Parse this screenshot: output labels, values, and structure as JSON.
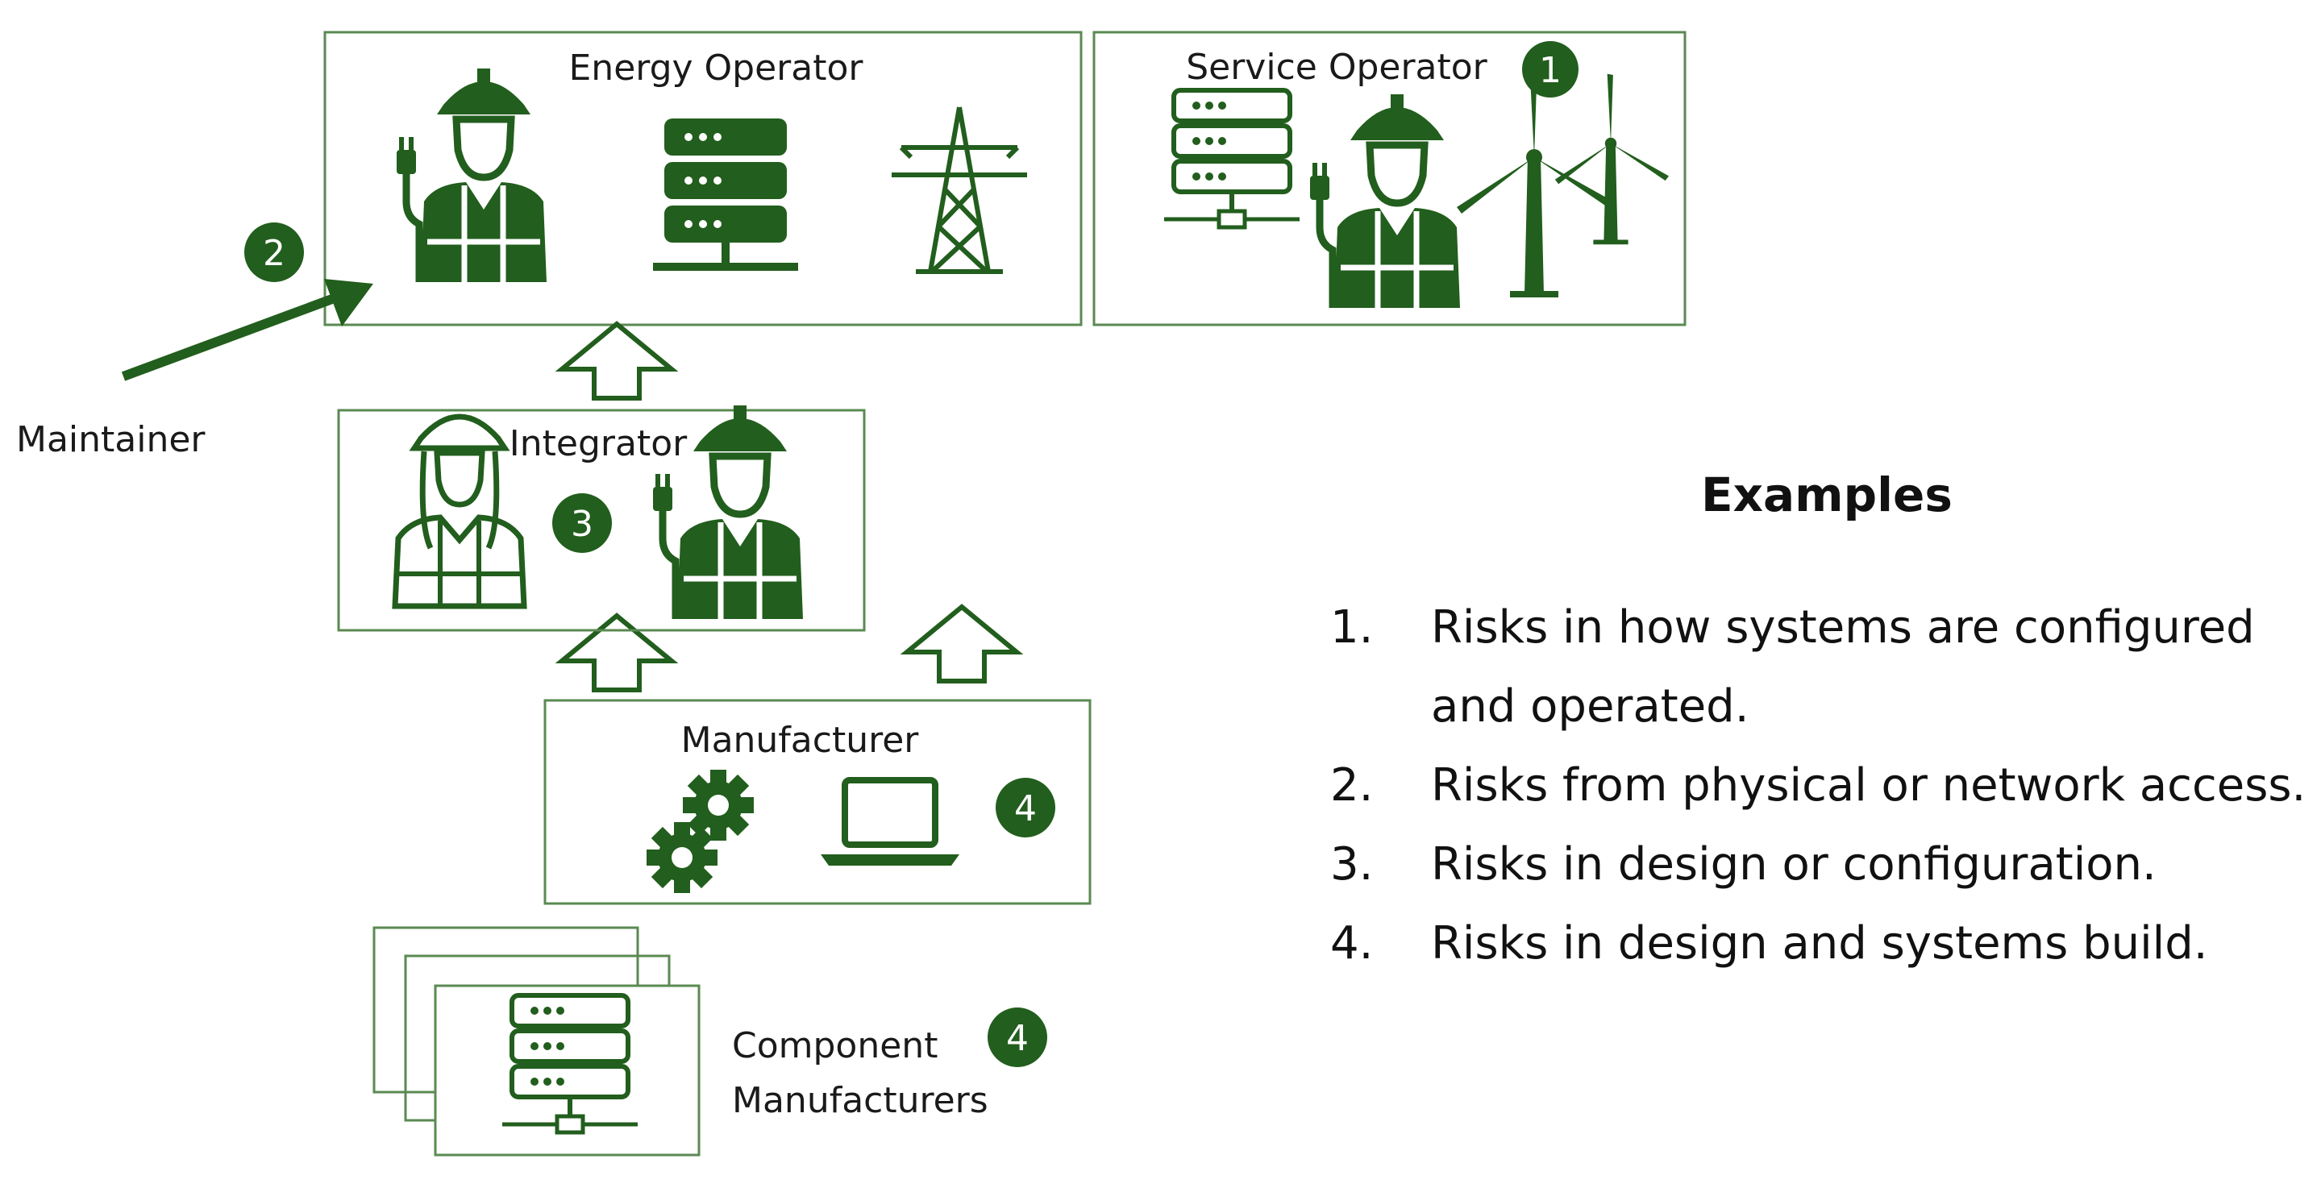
{
  "diagram": {
    "boxes": {
      "energy_operator": "Energy Operator",
      "service_operator": "Service Operator",
      "integrator": "Integrator",
      "manufacturer": "Manufacturer",
      "component_line1": "Component",
      "component_line2": "Manufacturers"
    },
    "maintainer": "Maintainer",
    "badges": {
      "service": "1",
      "maintainer": "2",
      "integrator": "3",
      "manufacturer": "4",
      "component": "4"
    },
    "icons": [
      "worker-icon",
      "server-icon",
      "transmission-tower-icon",
      "wind-turbine-icon",
      "gears-icon",
      "laptop-icon",
      "female-worker-icon",
      "up-arrow-icon"
    ]
  },
  "examples": {
    "title": "Examples",
    "items": [
      {
        "num": "1.",
        "text": "Risks in how systems are configured and operated."
      },
      {
        "num": "2.",
        "text": "Risks from physical or network access."
      },
      {
        "num": "3.",
        "text": "Risks in design or configuration."
      },
      {
        "num": "4.",
        "text": "Risks in design and systems build."
      }
    ]
  },
  "colors": {
    "accent": "#225e1d",
    "box_border": "#5a8a52"
  }
}
